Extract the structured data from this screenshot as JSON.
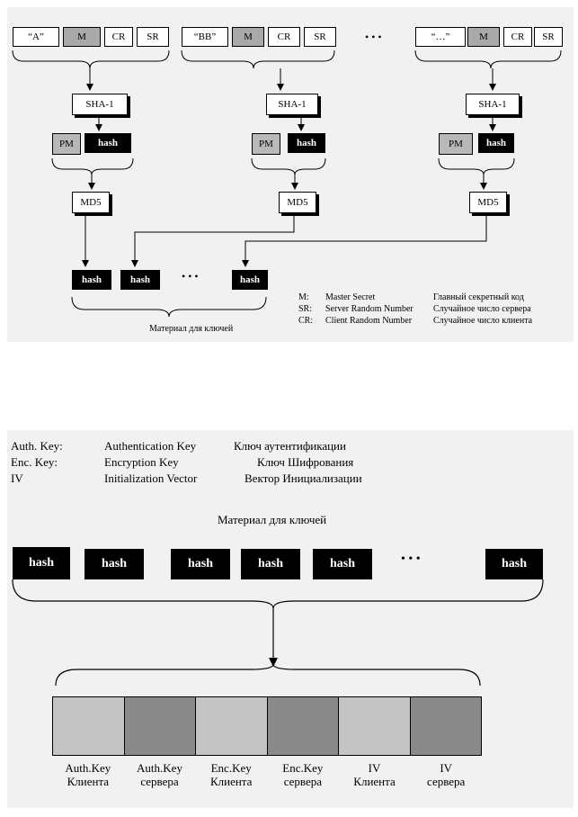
{
  "top": {
    "groups": [
      {
        "label": "“A”",
        "m": "M",
        "cr": "CR",
        "sr": "SR",
        "sha": "SHA-1",
        "pm": "PM",
        "hash": "hash",
        "md5": "MD5"
      },
      {
        "label": "“BB”",
        "m": "M",
        "cr": "CR",
        "sr": "SR",
        "sha": "SHA-1",
        "pm": "PM",
        "hash": "hash",
        "md5": "MD5"
      },
      {
        "label": "“…”",
        "m": "M",
        "cr": "CR",
        "sr": "SR",
        "sha": "SHA-1",
        "pm": "PM",
        "hash": "hash",
        "md5": "MD5"
      }
    ],
    "ellipsis": "• • •",
    "outputs": [
      "hash",
      "hash",
      "hash"
    ],
    "outputs_ellipsis": "• • •",
    "keymaterial_label": "Материал для ключей",
    "legend": [
      {
        "abbr": "M:",
        "en": "Master Secret",
        "ru": "Главный секретный код"
      },
      {
        "abbr": "SR:",
        "en": "Server Random Number",
        "ru": "Случайное число сервера"
      },
      {
        "abbr": "CR:",
        "en": "Client Random Number",
        "ru": "Случайное число клиента"
      }
    ]
  },
  "bottom": {
    "legend": [
      {
        "abbr": "Auth. Key:",
        "en": "Authentication Key",
        "ru": "Ключ аутентификации"
      },
      {
        "abbr": "Enc. Key:",
        "en": "Encryption Key",
        "ru": "Ключ Шифрования"
      },
      {
        "abbr": "IV",
        "en": "Initialization Vector",
        "ru": "Вектор Инициализации"
      }
    ],
    "keymaterial_label": "Материал для ключей",
    "hashes": [
      "hash",
      "hash",
      "hash",
      "hash",
      "hash",
      "hash"
    ],
    "ellipsis": "• • •",
    "keys": [
      {
        "line1": "Auth.Key",
        "line2": "Клиента",
        "color": "#c4c4c4"
      },
      {
        "line1": "Auth.Key",
        "line2": "сервера",
        "color": "#8a8a8a"
      },
      {
        "line1": "Enc.Key",
        "line2": "Клиента",
        "color": "#c4c4c4"
      },
      {
        "line1": "Enc.Key",
        "line2": "сервера",
        "color": "#8a8a8a"
      },
      {
        "line1": "IV",
        "line2": "Клиента",
        "color": "#c4c4c4"
      },
      {
        "line1": "IV",
        "line2": "сервера",
        "color": "#8a8a8a"
      }
    ]
  },
  "colors": {
    "panel": "#f1f1f1",
    "hash_box": "#000000",
    "m_box": "#a9a9a9",
    "pm_box": "#b8b8b8"
  }
}
